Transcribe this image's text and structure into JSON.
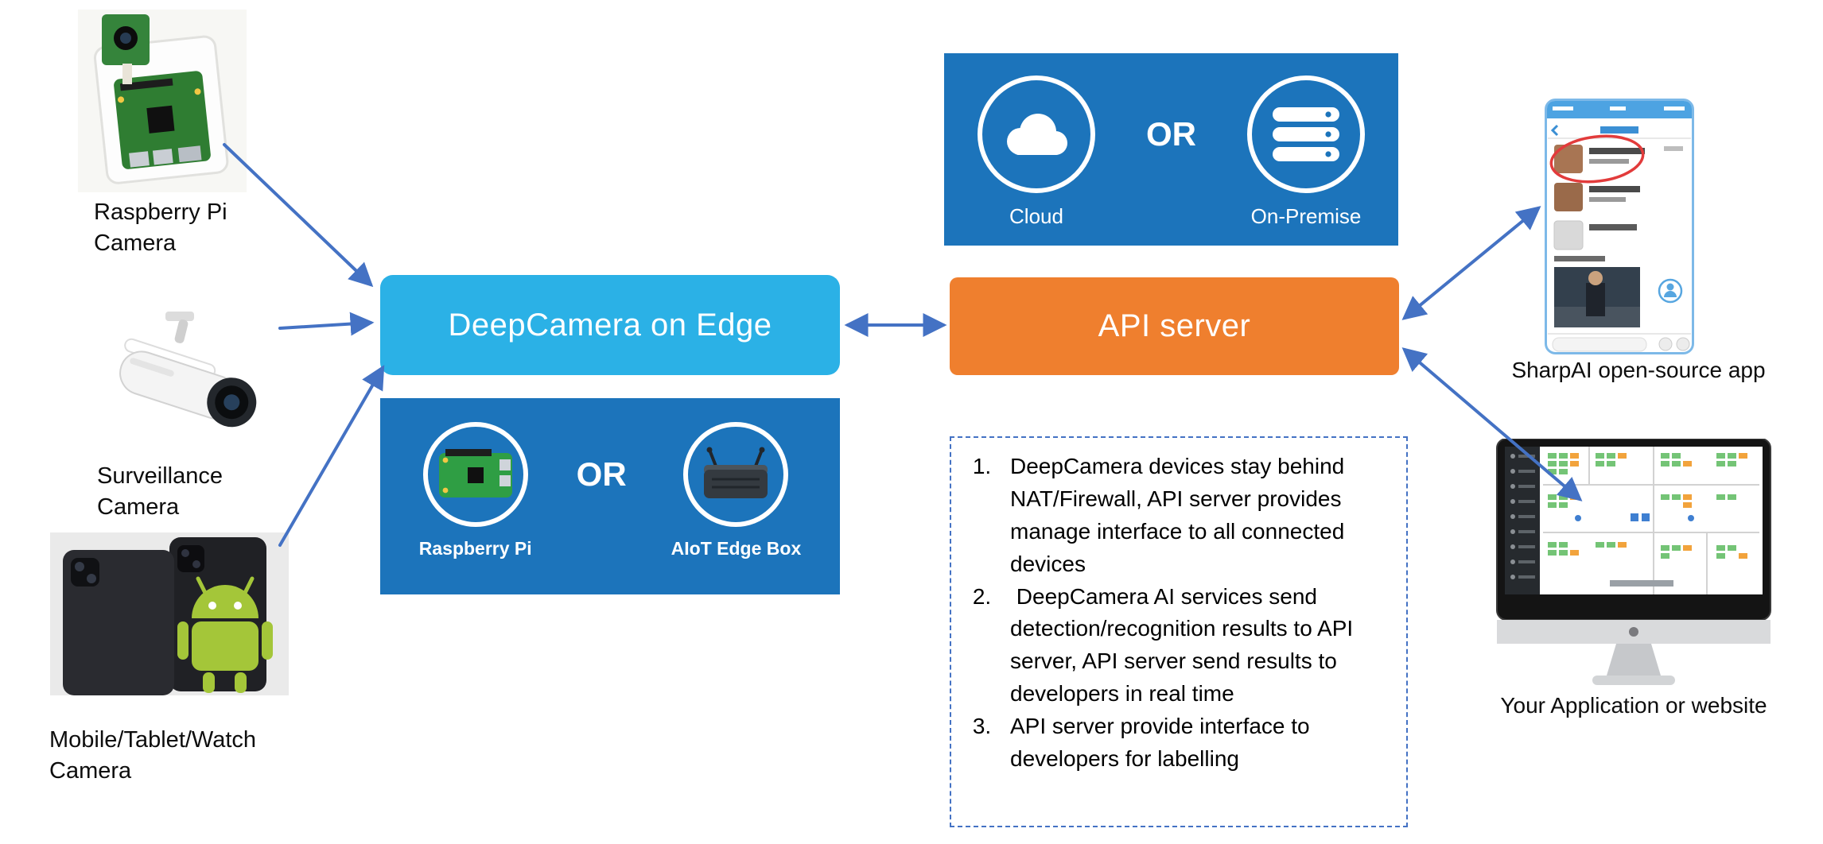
{
  "diagram": {
    "edge_node": {
      "label": "DeepCamera on Edge",
      "bg": "#2BB1E6"
    },
    "api_node": {
      "label": "API server",
      "bg": "#EF7F2E"
    },
    "hardware": {
      "or_label": "OR",
      "options": [
        {
          "label": "Raspberry Pi",
          "icon": "raspberry-pi-icon"
        },
        {
          "label": "AIoT Edge Box",
          "icon": "aiot-edge-box-icon"
        }
      ]
    },
    "deployment": {
      "or_label": "OR",
      "options": [
        {
          "label": "Cloud",
          "icon": "cloud-icon"
        },
        {
          "label": "On-Premise",
          "icon": "server-stack-icon"
        }
      ]
    },
    "cameras": [
      {
        "label": "Raspberry Pi\nCamera",
        "icon": "raspberry-pi-camera-photo"
      },
      {
        "label": "Surveillance\nCamera",
        "icon": "surveillance-camera-photo"
      },
      {
        "label": "Mobile/Tablet/Watch\nCamera",
        "icon": "mobile-devices-photo"
      }
    ],
    "clients": [
      {
        "label": "SharpAI open-source app",
        "icon": "sharpai-app-phone-photo"
      },
      {
        "label": "Your Application or website",
        "icon": "imac-website-photo"
      }
    ],
    "notes": {
      "items": [
        "DeepCamera devices stay behind NAT/Firewall, API server provides manage interface to all connected devices",
        " DeepCamera AI services send detection/recognition results to API server, API server send results to developers in real time",
        "API server provide interface to developers for labelling"
      ]
    },
    "colors": {
      "arrow": "#4472C4",
      "panel_blue": "#1C74BB",
      "edge_cyan": "#2BB1E6",
      "api_orange": "#EF7F2E"
    }
  }
}
